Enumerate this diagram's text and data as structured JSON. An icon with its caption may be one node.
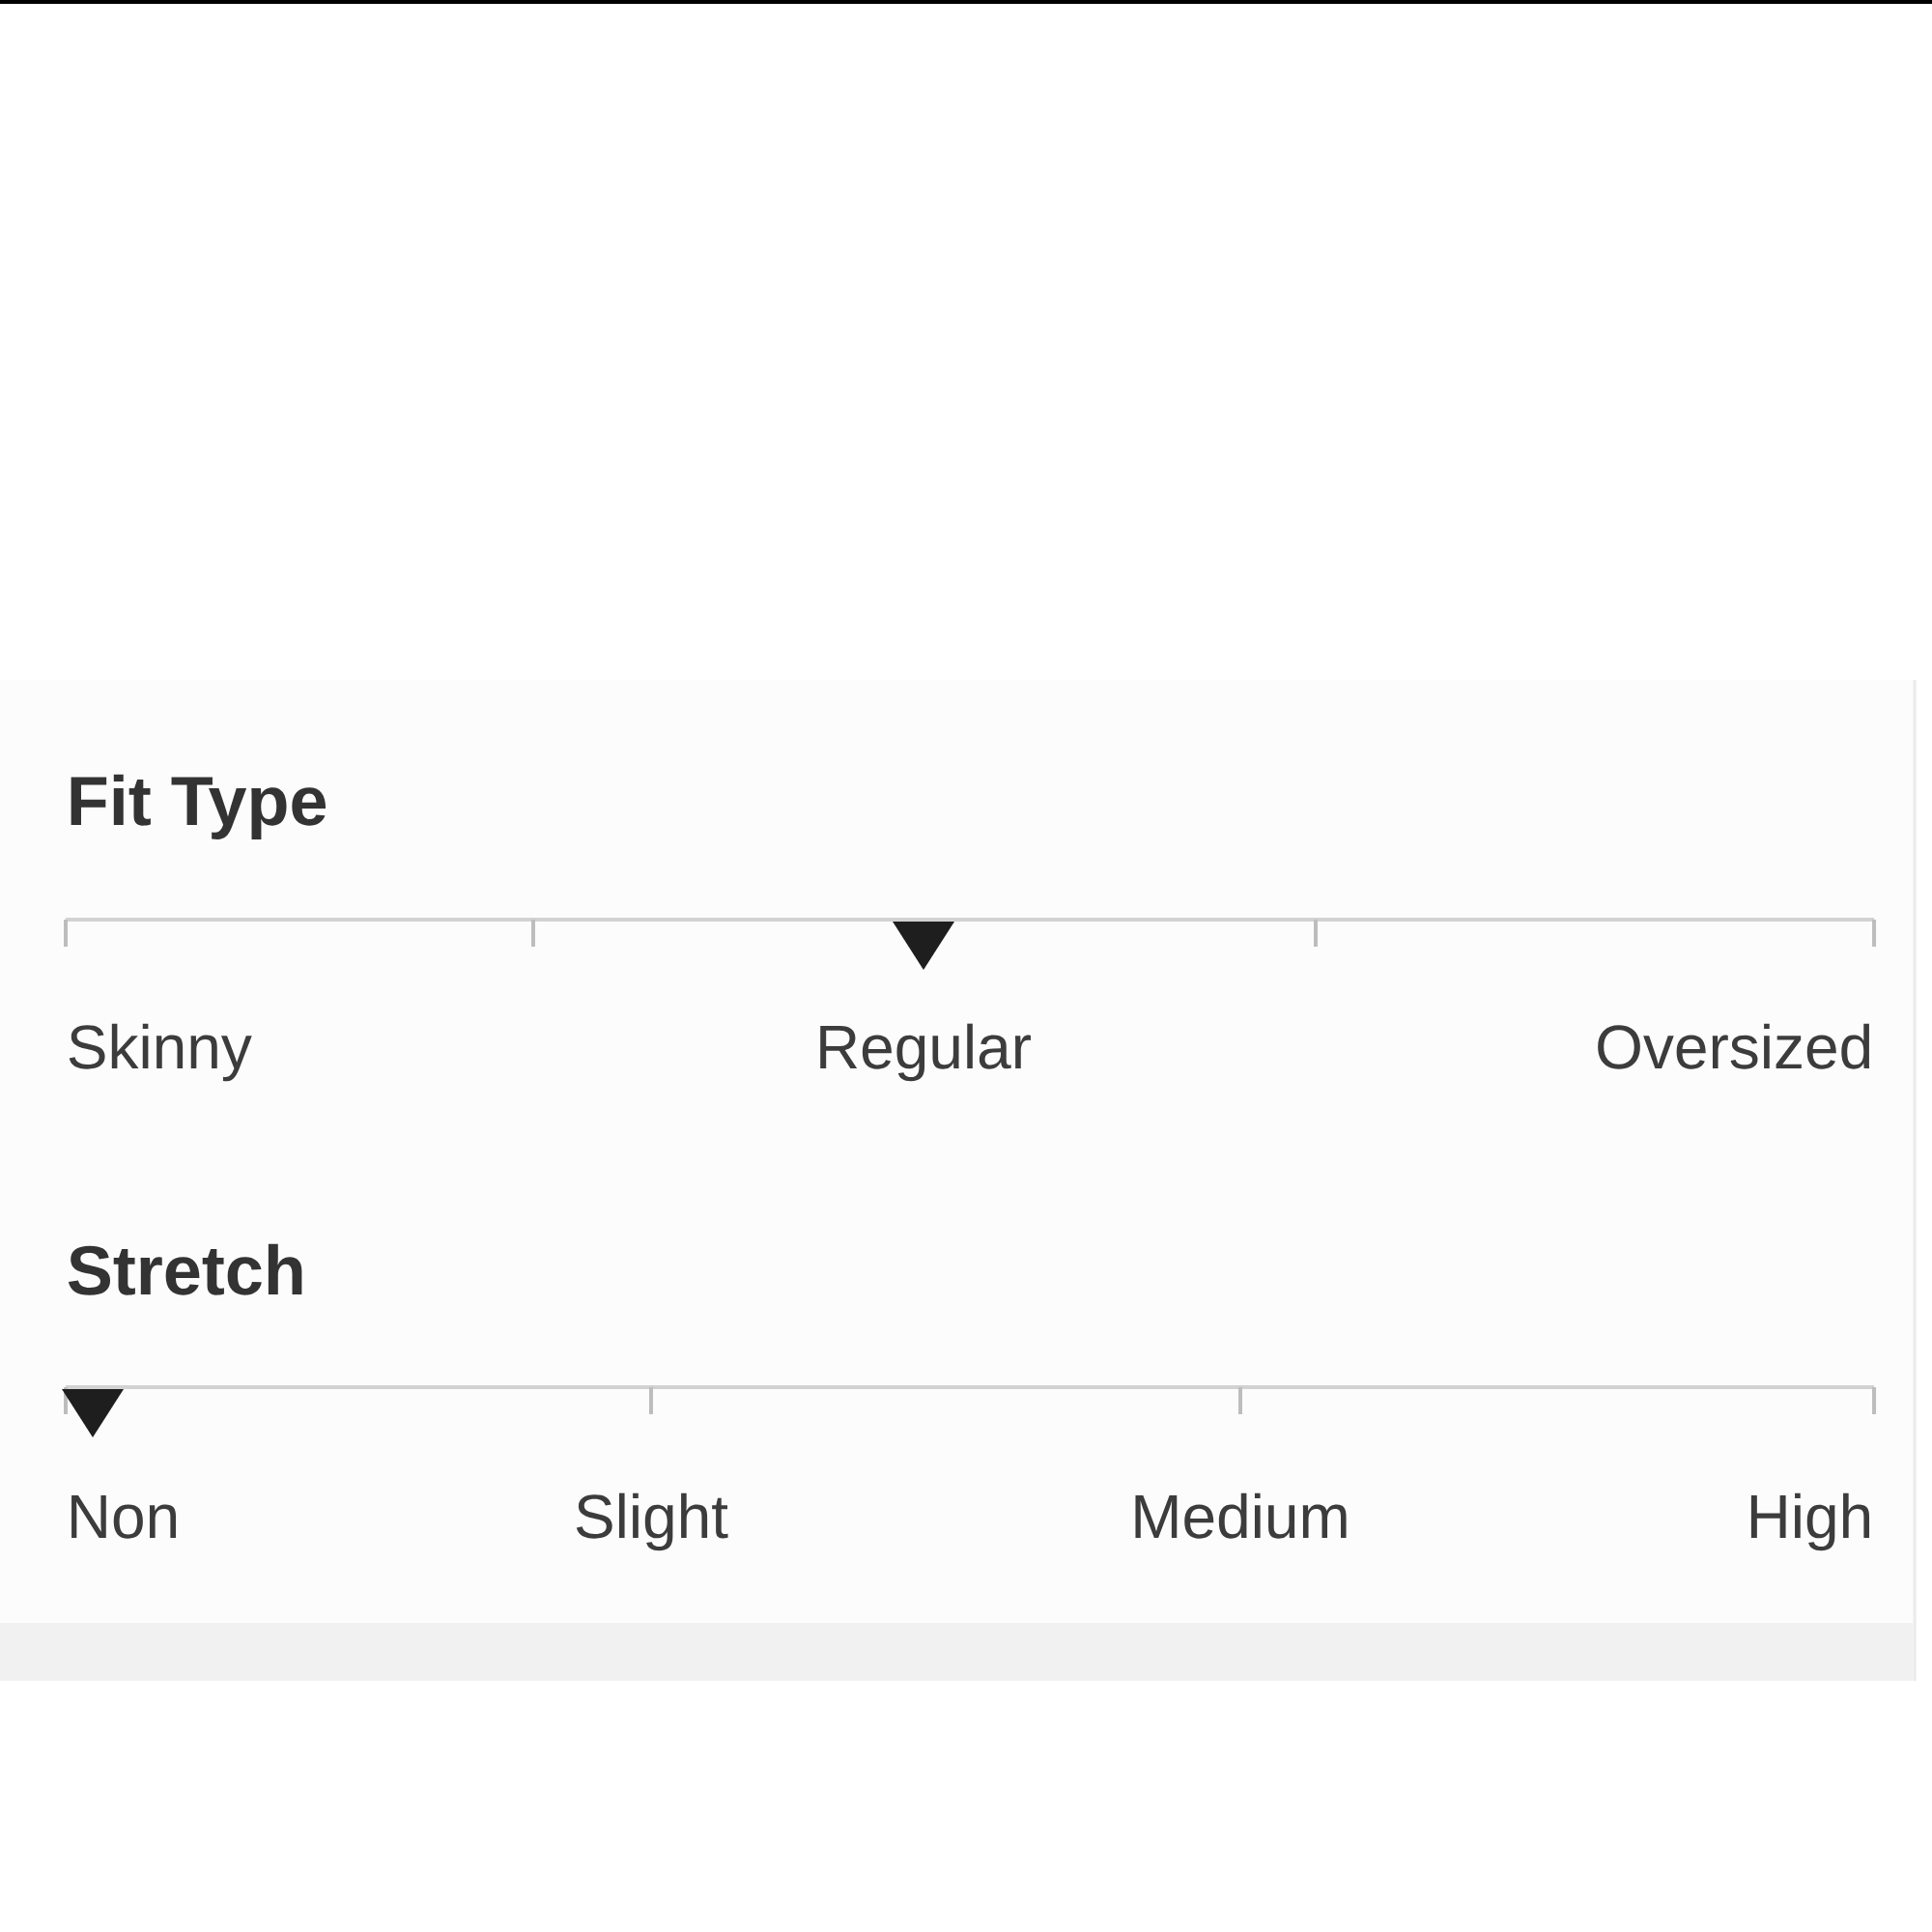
{
  "diagram": {
    "nodes": [
      {
        "text": [
          "Fit Type",
          "Skinny",
          "Regular",
          "Oversized"
        ]
      },
      {
        "text": [
          "Stretch",
          "Non",
          "Slight",
          "Medium",
          "High"
        ]
      }
    ]
  }
}
